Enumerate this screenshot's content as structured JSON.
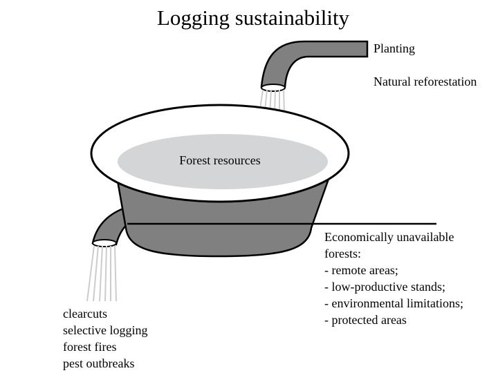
{
  "title": "Logging sustainability",
  "inputs": [
    "Planting",
    "Natural reforestation"
  ],
  "center_label": "Forest resources",
  "unavailable": {
    "heading_1": "Economically unavailable",
    "heading_2": "forests:",
    "items": [
      "- remote areas;",
      "- low-productive stands;",
      "- environmental limitations;",
      "- protected areas"
    ]
  },
  "outputs": [
    "clearcuts",
    "selective logging",
    "forest fires",
    "pest outbreaks"
  ],
  "colors": {
    "basin_body": "#808080",
    "water": "#d4d5d7",
    "rim": "#ffffff",
    "stream": "#cccccc"
  }
}
